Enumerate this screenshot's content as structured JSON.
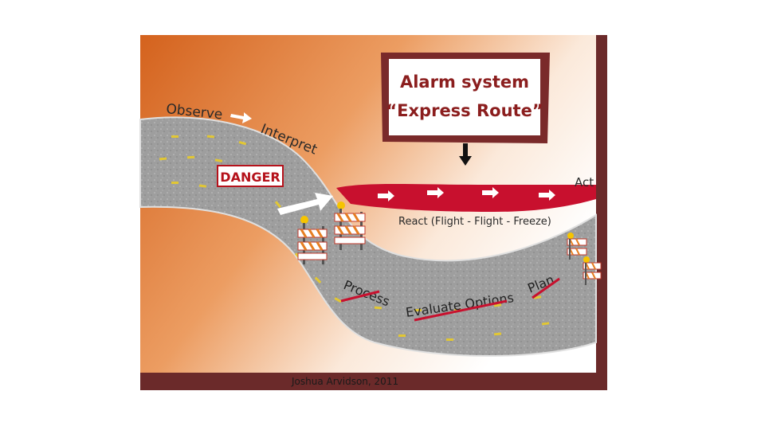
{
  "diagram": {
    "alarm_box": {
      "line1": "Alarm system",
      "line2": "“Express Route”"
    },
    "labels": {
      "observe": "Observe",
      "interpret": "Interpret",
      "danger": "DANGER",
      "act": "Act",
      "react": "React (Flight - Flight - Freeze)",
      "process": "Process",
      "evaluate": "Evaluate Options",
      "plan": "Plan"
    },
    "credit": "Joshua Arvidson, 2011"
  },
  "colors": {
    "frame": "#6b2a2a",
    "background_left": "#d9661f",
    "road": "#9a9a9a",
    "express_route": "#c8102e",
    "cross_out": "#c8102e",
    "danger": "#b5121b"
  }
}
